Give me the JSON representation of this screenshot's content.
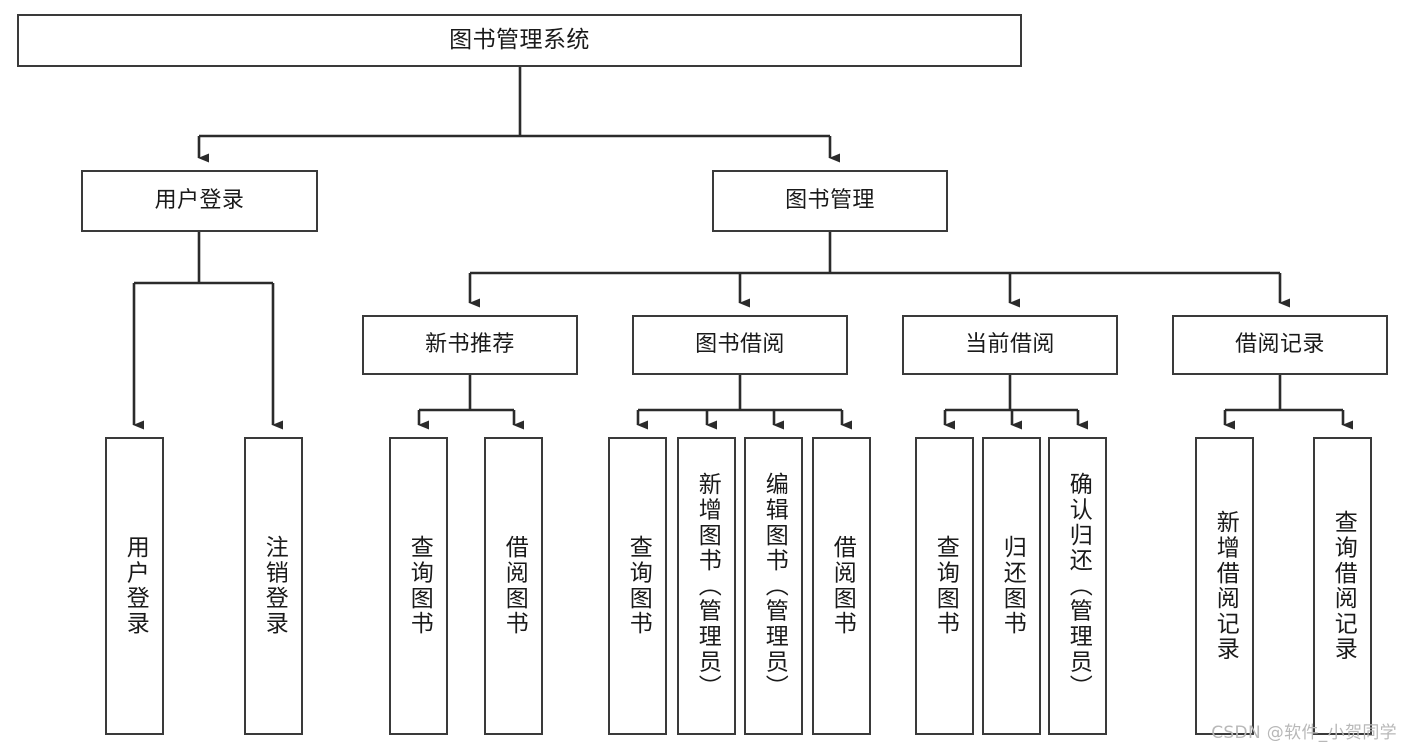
{
  "diagram": {
    "title": "图书管理系统",
    "watermark": "CSDN @软件_小贺同学",
    "colors": {
      "box_border": "#3a3a3a",
      "box_fill": "#ffffff",
      "edge": "#2b2b2b",
      "text": "#1a1a1a",
      "watermark": "#b8b8b8",
      "background": "#ffffff"
    },
    "nodes": {
      "root": {
        "label": "图书管理系统"
      },
      "level2": [
        {
          "label": "用户登录"
        },
        {
          "label": "图书管理"
        }
      ],
      "level3": [
        {
          "label": "新书推荐"
        },
        {
          "label": "图书借阅"
        },
        {
          "label": "当前借阅"
        },
        {
          "label": "借阅记录"
        }
      ],
      "leaves": {
        "user_login": [
          {
            "label": "用户登录"
          },
          {
            "label": "注销登录"
          }
        ],
        "new_book_recommend": [
          {
            "label": "查询图书"
          },
          {
            "label": "借阅图书"
          }
        ],
        "book_borrow": [
          {
            "label": "查询图书"
          },
          {
            "label": "新增图书（管理员）"
          },
          {
            "label": "编辑图书（管理员）"
          },
          {
            "label": "借阅图书"
          }
        ],
        "current_borrow": [
          {
            "label": "查询图书"
          },
          {
            "label": "归还图书"
          },
          {
            "label": "确认归还（管理员）"
          }
        ],
        "borrow_records": [
          {
            "label": "新增借阅记录"
          },
          {
            "label": "查询借阅记录"
          }
        ]
      }
    }
  }
}
